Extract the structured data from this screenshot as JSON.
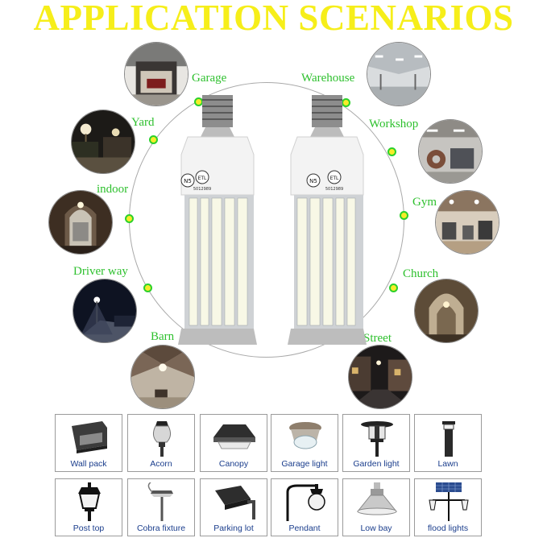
{
  "title": "APPLICATION SCENARIOS",
  "colors": {
    "title": "#f6ee1a",
    "label": "#2ec02e",
    "caption": "#1a3d8c"
  },
  "bulb": {
    "logo": "N5",
    "cert": "ETL",
    "model": "5012989"
  },
  "scenarios": [
    {
      "label": "Garage",
      "icon": "garage-photo"
    },
    {
      "label": "Yard",
      "icon": "yard-photo"
    },
    {
      "label": "indoor",
      "icon": "indoor-photo"
    },
    {
      "label": "Driver way",
      "icon": "driveway-photo"
    },
    {
      "label": "Barn",
      "icon": "barn-photo"
    },
    {
      "label": "Warehouse",
      "icon": "warehouse-photo"
    },
    {
      "label": "Workshop",
      "icon": "workshop-photo"
    },
    {
      "label": "Gym",
      "icon": "gym-photo"
    },
    {
      "label": "Church",
      "icon": "church-photo"
    },
    {
      "label": "Street",
      "icon": "street-photo"
    }
  ],
  "fixtures": [
    {
      "label": "Wall pack",
      "icon": "wall-pack-icon"
    },
    {
      "label": "Acorn",
      "icon": "acorn-icon"
    },
    {
      "label": "Canopy",
      "icon": "canopy-icon"
    },
    {
      "label": "Garage light",
      "icon": "garage-light-icon"
    },
    {
      "label": "Garden light",
      "icon": "garden-light-icon"
    },
    {
      "label": "Lawn",
      "icon": "lawn-icon"
    },
    {
      "label": "Post top",
      "icon": "post-top-icon"
    },
    {
      "label": "Cobra fixture",
      "icon": "cobra-fixture-icon"
    },
    {
      "label": "Parking lot",
      "icon": "parking-lot-icon"
    },
    {
      "label": "Pendant",
      "icon": "pendant-icon"
    },
    {
      "label": "Low bay",
      "icon": "low-bay-icon"
    },
    {
      "label": "flood lights",
      "icon": "flood-lights-icon"
    }
  ]
}
